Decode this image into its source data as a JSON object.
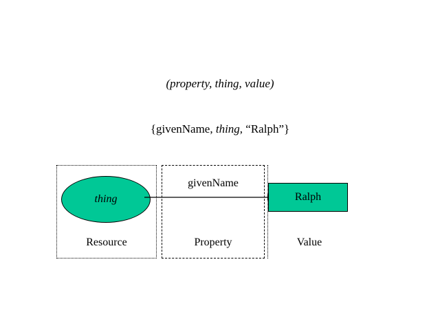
{
  "diagram": {
    "title_lines": {
      "tuple": {
        "open": "(",
        "part1": "property",
        "sep1": ", ",
        "part2": "thing",
        "sep2": ", ",
        "part3": "value",
        "close": ")"
      },
      "triple": {
        "open": "{",
        "part1": "givenName",
        "sep1": ", ",
        "part2": "thing",
        "sep2": ", ",
        "part3": "“Ralph”",
        "close": "}"
      }
    },
    "nodes": {
      "subject": {
        "label": "thing",
        "shape": "ellipse",
        "fill": "#00c896",
        "stroke": "#000000"
      },
      "object": {
        "label": "Ralph",
        "shape": "rectangle",
        "fill": "#00c896",
        "stroke": "#000000"
      }
    },
    "edge": {
      "label": "givenName",
      "direction": "subject-to-object",
      "arrowhead": "filled-triangle",
      "stroke": "#000000"
    },
    "columns": [
      {
        "caption": "Resource",
        "border_style": "dotted"
      },
      {
        "caption": "Property",
        "border_style": "dashed"
      },
      {
        "caption": "Value",
        "border_style": "dotted-left-only"
      }
    ],
    "background": "#ffffff"
  }
}
